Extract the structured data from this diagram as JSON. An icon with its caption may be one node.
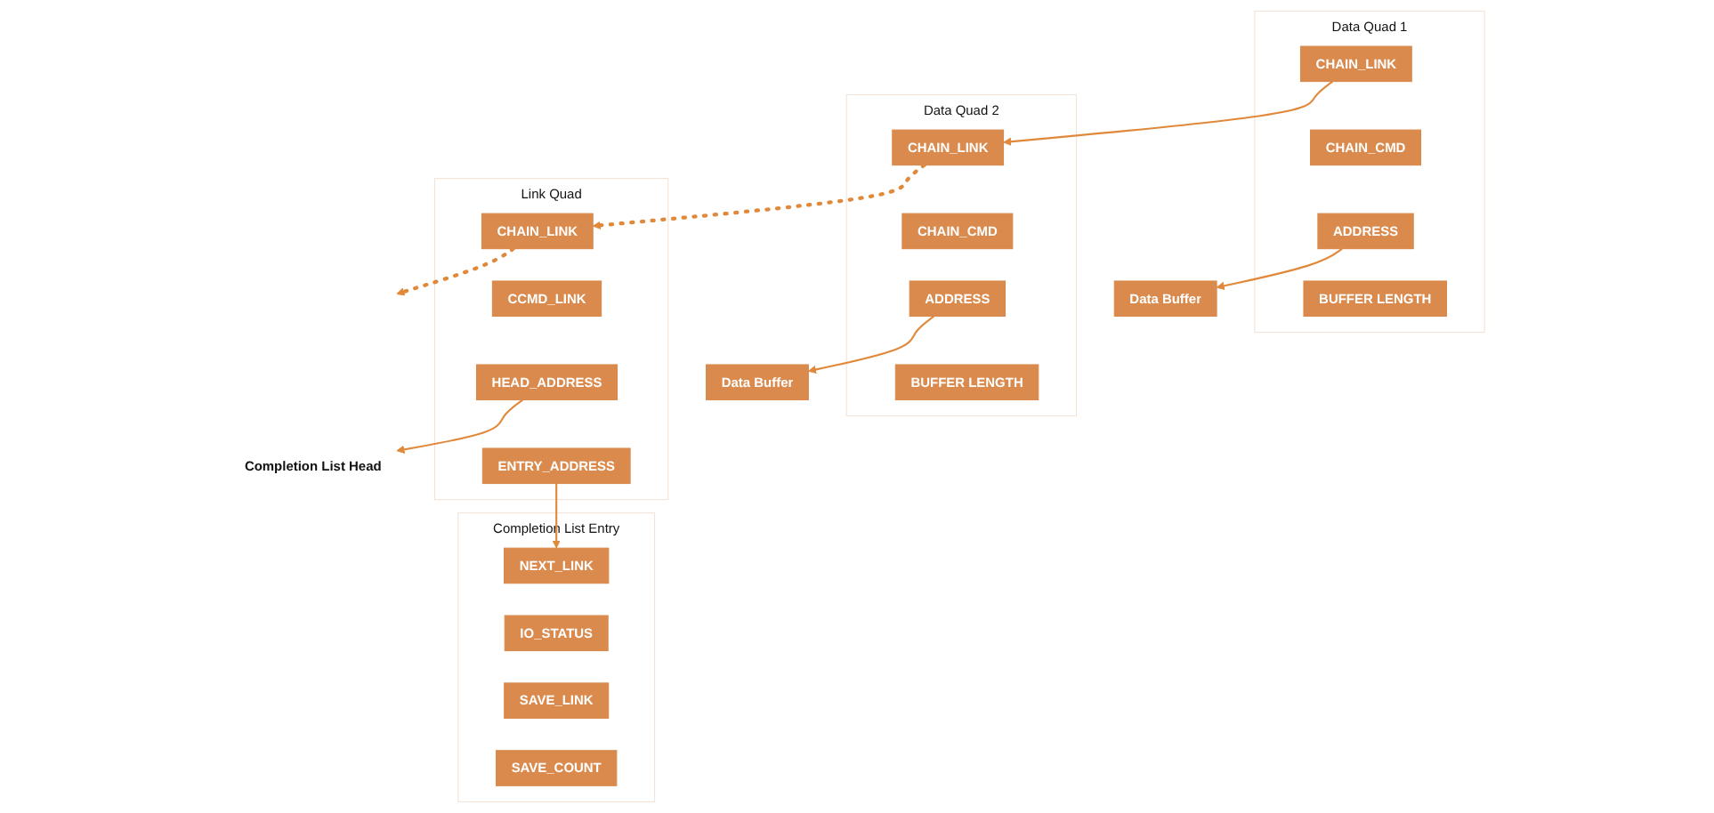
{
  "diagram": {
    "nodes": [
      {
        "text": [
          "Data Quad 1"
        ]
      },
      {
        "text": [
          "CHAIN_LINK"
        ],
        "in": 0
      },
      {
        "text": [
          "CHAIN_CMD"
        ],
        "in": 0
      },
      {
        "text": [
          "ADDRESS"
        ],
        "in": 0
      },
      {
        "text": [
          "BUFFER LENGTH"
        ],
        "in": 0
      },
      {
        "text": [
          "Data Quad 2"
        ]
      },
      {
        "text": [
          "CHAIN_LINK"
        ],
        "in": 5
      },
      {
        "text": [
          "CHAIN_CMD"
        ],
        "in": 5
      },
      {
        "text": [
          "ADDRESS"
        ],
        "in": 5
      },
      {
        "text": [
          "BUFFER LENGTH"
        ],
        "in": 5
      },
      {
        "text": [
          "Link Quad"
        ]
      },
      {
        "text": [
          "CHAIN_LINK"
        ],
        "in": 10
      },
      {
        "text": [
          "CCMD_LINK"
        ],
        "in": 10
      },
      {
        "text": [
          "HEAD_ADDRESS"
        ],
        "in": 10
      },
      {
        "text": [
          "ENTRY_ADDRESS"
        ],
        "in": 10
      },
      {
        "text": [
          "Completion List Head"
        ]
      },
      {
        "text": [
          "Data Buffer"
        ]
      },
      {
        "text": [
          "Data Buffer"
        ]
      },
      {
        "text": [
          "Completion List Entry"
        ]
      },
      {
        "text": [
          "NEXT_LINK"
        ],
        "in": 18
      },
      {
        "text": [
          "IO_STATUS"
        ],
        "in": 18
      },
      {
        "text": [
          "SAVE_LINK"
        ],
        "in": 18
      },
      {
        "text": [
          "SAVE_COUNT"
        ],
        "in": 18
      }
    ],
    "edges": [
      {
        "from": 1,
        "to": 6,
        "arrow": "to"
      },
      {
        "from": 6,
        "to": 11,
        "arrow": "to",
        "style": "dashed"
      },
      {
        "from": 11,
        "to": null,
        "arrow": "to",
        "style": "dashed"
      },
      {
        "from": 3,
        "to": 16,
        "arrow": "to"
      },
      {
        "from": 8,
        "to": 17,
        "arrow": "to"
      },
      {
        "from": 13,
        "to": 15,
        "arrow": "to"
      },
      {
        "from": 14,
        "to": 19,
        "arrow": "to"
      }
    ]
  }
}
